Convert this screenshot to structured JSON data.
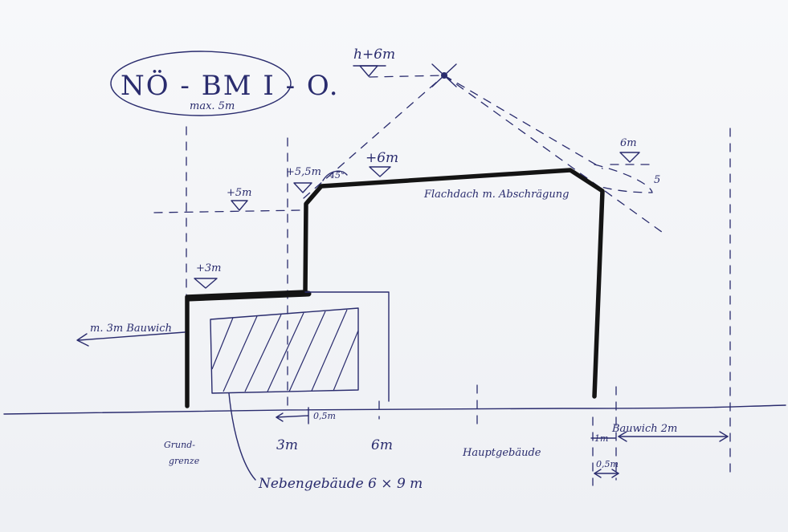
{
  "zone_label": {
    "code": "NÖ - BM I - O.",
    "subtitle": "max. 5m"
  },
  "heights": {
    "h_plus_6": "h+6m",
    "plus_6_top": "+6m",
    "plus_5_5": "+5,5m",
    "angle": "45°",
    "plus_5": "+5m",
    "plus_3": "+3m",
    "right_6": "6m",
    "right_5": "5"
  },
  "roof_label": "Flachdach m. Abschrägung",
  "setback_label": "m. 3m Bauwich",
  "bauwich_right": "Bauwich 2m",
  "dimension_05_left": "0,5m",
  "dimension_05_right": "0,5m",
  "dimension_1m": "1m",
  "axis_labels": {
    "grundgrenze": "Grund-\ngrenze",
    "three_m": "3m",
    "six_m": "6m",
    "hauptgebaeude": "Hauptgebäude"
  },
  "nebengebaeude_label": "Nebengebäude 6 × 9 m"
}
